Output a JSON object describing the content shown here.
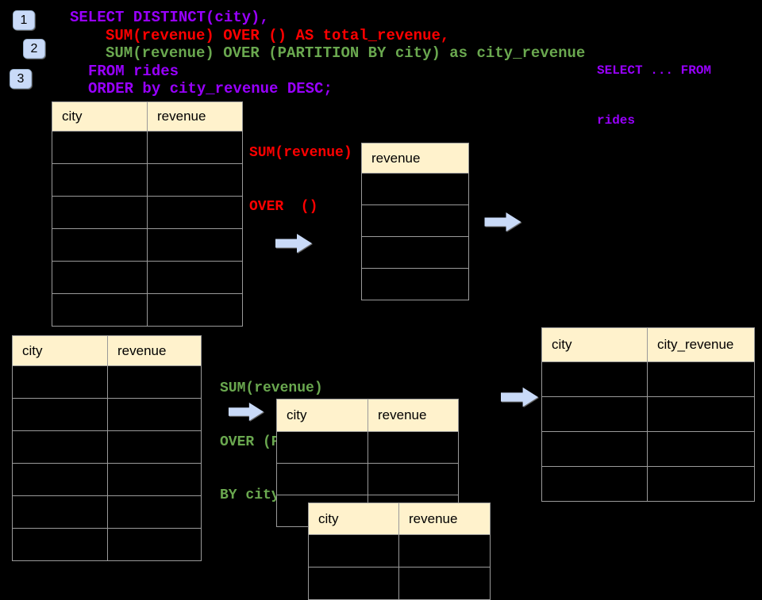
{
  "steps": {
    "badge1": "1",
    "badge2": "2",
    "badge3": "3"
  },
  "sql": {
    "line1": "SELECT DISTINCT(city),",
    "line2": "SUM(revenue) OVER () AS total_revenue,",
    "line3": "SUM(revenue) OVER (PARTITION BY city) as city_revenue",
    "line4": "FROM rides",
    "line5": "ORDER by city_revenue DESC;"
  },
  "side_note": {
    "line1": "SELECT ... FROM",
    "line2": "rides"
  },
  "annotations": {
    "total_revenue": {
      "line1": "SUM(revenue)",
      "line2": "OVER  ()"
    },
    "city_revenue": {
      "line1": "SUM(revenue)",
      "line2": "OVER (PARTITION",
      "line3": "BY city)"
    }
  },
  "tables": {
    "rides_top": {
      "headers": [
        "city",
        "revenue"
      ],
      "row_count": 6
    },
    "revenue_output": {
      "headers": [
        "revenue"
      ],
      "row_count": 4
    },
    "rides_bottom": {
      "headers": [
        "city",
        "revenue"
      ],
      "row_count": 6
    },
    "partition_mid": {
      "headers": [
        "city",
        "revenue"
      ],
      "row_count": 3
    },
    "partition_overlay": {
      "headers": [
        "city",
        "revenue"
      ],
      "row_count": 2
    },
    "city_revenue_result": {
      "headers": [
        "city",
        "city_revenue"
      ],
      "row_count": 4
    }
  },
  "colors": {
    "background": "#000000",
    "sql_purple": "#9900FF",
    "sql_red": "#FF0000",
    "sql_green": "#6AA84F",
    "table_header_bg": "#FFF2CC",
    "table_border": "#9a9a9a",
    "arrow_fill": "#C9DAF8",
    "badge_bg": "#C9DAF8"
  }
}
